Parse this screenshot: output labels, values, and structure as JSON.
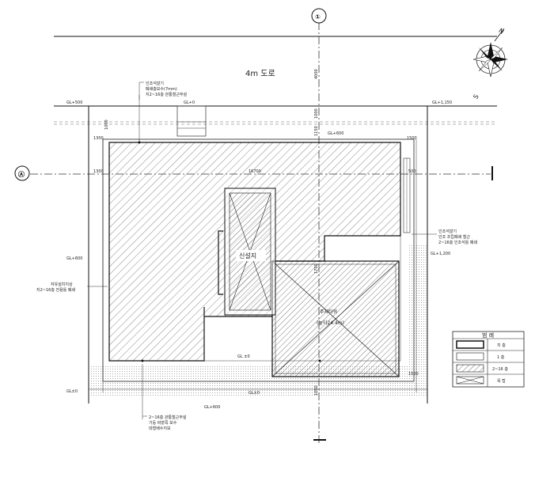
{
  "plan": {
    "road_label": "4m 도로",
    "grid_bubble_top": "①",
    "grid_bubble_left": "Ⓐ",
    "north_label": "N",
    "north_sub": "S",
    "room_left": "신설지",
    "room_right_line1": "주차타워",
    "room_right_line2": "(높이24.4m)",
    "level_center": "GL ±0",
    "callout_top": [
      "인조석깔기",
      "폐쇄층보수(7mm)",
      "지2~16층 관통철근부설"
    ],
    "callout_left": [
      "자유설치지상",
      "지2~16층 전용틀 폐쇄"
    ],
    "callout_right": [
      "인조석깔기",
      "인조 조립폐쇄 철근",
      "2~16층 인조석틀 폐쇄"
    ],
    "callout_bottom": [
      "2~16층 관통철근부설",
      "기둥 바깥쪽 보수",
      "대형배수지보"
    ],
    "dims": {
      "top_left_level": "GL+500",
      "top_center_level": "GL+0",
      "top_right_level": "GL+1,150",
      "center_level": "GL+600",
      "left_side_level": "GL+600",
      "right_side_level": "GL+1,200",
      "bottom_left_level": "GL±0",
      "bottom_center_level": "GL±0",
      "bottom_below_level": "GL+600",
      "total_width": "16700",
      "left_margin_1": "1300",
      "left_margin_2": "1300",
      "right_margin_1": "1500",
      "right_margin_2": "500",
      "right_margin_3": "1500",
      "vert_top": "4000",
      "vert_mid1": "1000",
      "vert_mid2": "1150",
      "vert_core": "1700",
      "vert_bottom": "1050"
    }
  },
  "legend": {
    "title": "범 례",
    "rows": [
      {
        "label": "지 층"
      },
      {
        "label": "1 층"
      },
      {
        "label": "2~16 층"
      },
      {
        "label": "옥 탑"
      }
    ]
  }
}
